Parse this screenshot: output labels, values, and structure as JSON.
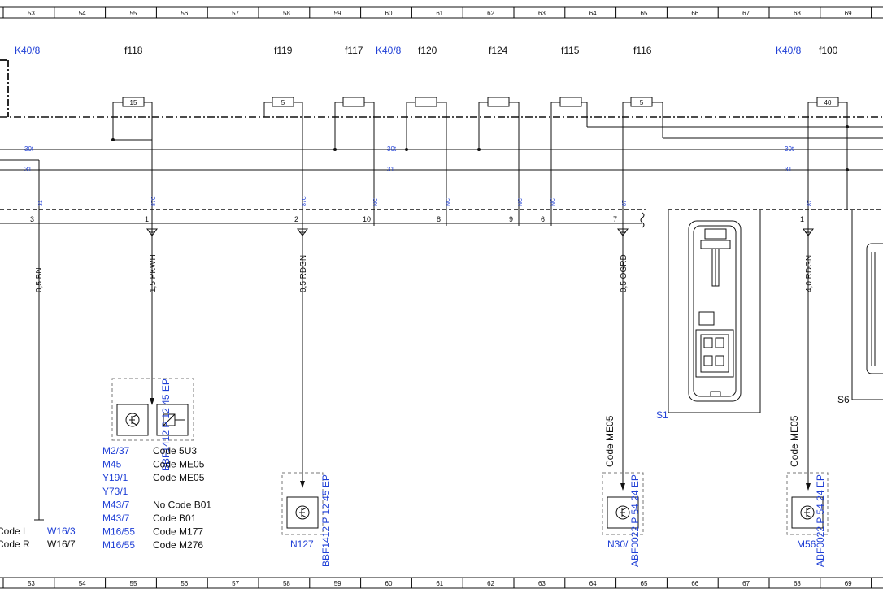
{
  "colors": {
    "line": "#111111",
    "label_blue": "#1f3fd6",
    "box_dash": "#888888",
    "frame": "#000000"
  },
  "ruler": {
    "columns": [
      "53",
      "54",
      "55",
      "56",
      "57",
      "58",
      "59",
      "60",
      "61",
      "62",
      "63",
      "64",
      "65",
      "66",
      "67",
      "68",
      "69"
    ]
  },
  "connectors_top": [
    {
      "id": "k408a",
      "text": "K40/8",
      "color": "blue"
    },
    {
      "id": "f118",
      "text": "f118",
      "color": "black"
    },
    {
      "id": "f119",
      "text": "f119",
      "color": "black"
    },
    {
      "id": "f117",
      "text": "f117",
      "color": "black"
    },
    {
      "id": "k408b",
      "text": "K40/8",
      "color": "blue"
    },
    {
      "id": "f120",
      "text": "f120",
      "color": "black"
    },
    {
      "id": "f124",
      "text": "f124",
      "color": "black"
    },
    {
      "id": "f115",
      "text": "f115",
      "color": "black"
    },
    {
      "id": "f116",
      "text": "f116",
      "color": "black"
    },
    {
      "id": "k408c",
      "text": "K40/8",
      "color": "blue"
    },
    {
      "id": "f100",
      "text": "f100",
      "color": "black"
    }
  ],
  "fuses": [
    {
      "id": "f118",
      "rating": "15"
    },
    {
      "id": "f119",
      "rating": "5"
    },
    {
      "id": "f117",
      "rating": ""
    },
    {
      "id": "f120",
      "rating": ""
    },
    {
      "id": "f124",
      "rating": ""
    },
    {
      "id": "f115",
      "rating": ""
    },
    {
      "id": "f116",
      "rating": "5"
    },
    {
      "id": "f100",
      "rating": "40"
    }
  ],
  "bus_labels": [
    {
      "id": "30t_left",
      "text": "30t"
    },
    {
      "id": "31_left",
      "text": "31"
    },
    {
      "id": "30t_mid",
      "text": "30t"
    },
    {
      "id": "31_mid",
      "text": "31"
    },
    {
      "id": "30t_right",
      "text": "30t"
    },
    {
      "id": "31_right",
      "text": "31"
    }
  ],
  "pin_labels": [
    {
      "id": "p31",
      "text": "31"
    },
    {
      "id": "p87c_a",
      "text": "87C"
    },
    {
      "id": "p87c_b",
      "text": "87C"
    },
    {
      "id": "nc1",
      "text": "NC"
    },
    {
      "id": "nc2",
      "text": "NC"
    },
    {
      "id": "nc3",
      "text": "NC"
    },
    {
      "id": "nc4",
      "text": "NC"
    },
    {
      "id": "p87_a",
      "text": "87"
    },
    {
      "id": "p87_b",
      "text": "87"
    }
  ],
  "pin_numbers": [
    {
      "id": "n3",
      "text": "3"
    },
    {
      "id": "n1a",
      "text": "1"
    },
    {
      "id": "n2",
      "text": "2"
    },
    {
      "id": "n10",
      "text": "10"
    },
    {
      "id": "n8",
      "text": "8"
    },
    {
      "id": "n9",
      "text": "9"
    },
    {
      "id": "n6",
      "text": "6"
    },
    {
      "id": "n7",
      "text": "7"
    },
    {
      "id": "n1b",
      "text": "1"
    }
  ],
  "wires": [
    {
      "id": "w_bn",
      "text": "0,5 BN"
    },
    {
      "id": "w_pkwh",
      "text": "1,5 PKWH"
    },
    {
      "id": "w_rdgn1",
      "text": "0,5 RDGN"
    },
    {
      "id": "w_ogrd",
      "text": "0,5 OGRD"
    },
    {
      "id": "w_rdgn2",
      "text": "4,0 RDGN"
    }
  ],
  "references": [
    {
      "id": "bbf1",
      "text": "BBF1412 P 12 45 EP"
    },
    {
      "id": "bbf2",
      "text": "BBF1412 P 12 45 EP"
    },
    {
      "id": "abf1",
      "text": "ABF0022 P 54 24 EP"
    },
    {
      "id": "abf2",
      "text": "ABF0022 P 54 24 EP"
    }
  ],
  "codes_vertical": [
    {
      "id": "me05a",
      "text": "Code ME05"
    },
    {
      "id": "me05b",
      "text": "Code ME05"
    }
  ],
  "component_list": [
    {
      "part": "M2/37",
      "code": "Code 5U3"
    },
    {
      "part": "M45",
      "code": "Code ME05"
    },
    {
      "part": "Y19/1",
      "code": "Code ME05"
    },
    {
      "part": "Y73/1",
      "code": ""
    },
    {
      "part": "M43/7",
      "code": "No Code B01"
    },
    {
      "part": "M43/7",
      "code": "Code B01"
    },
    {
      "part": "M16/55",
      "code": "Code M177"
    },
    {
      "part": "M16/55",
      "code": "Code M276"
    }
  ],
  "bottom_left": [
    {
      "code": "Code L",
      "part": "W16/3"
    },
    {
      "code": "Code R",
      "part": "W16/7"
    }
  ],
  "component_labels": [
    {
      "id": "n127",
      "text": "N127"
    },
    {
      "id": "n30",
      "text": "N30/"
    },
    {
      "id": "m56",
      "text": "M56"
    },
    {
      "id": "s1",
      "text": "S1"
    },
    {
      "id": "s6",
      "text": "S6"
    }
  ]
}
